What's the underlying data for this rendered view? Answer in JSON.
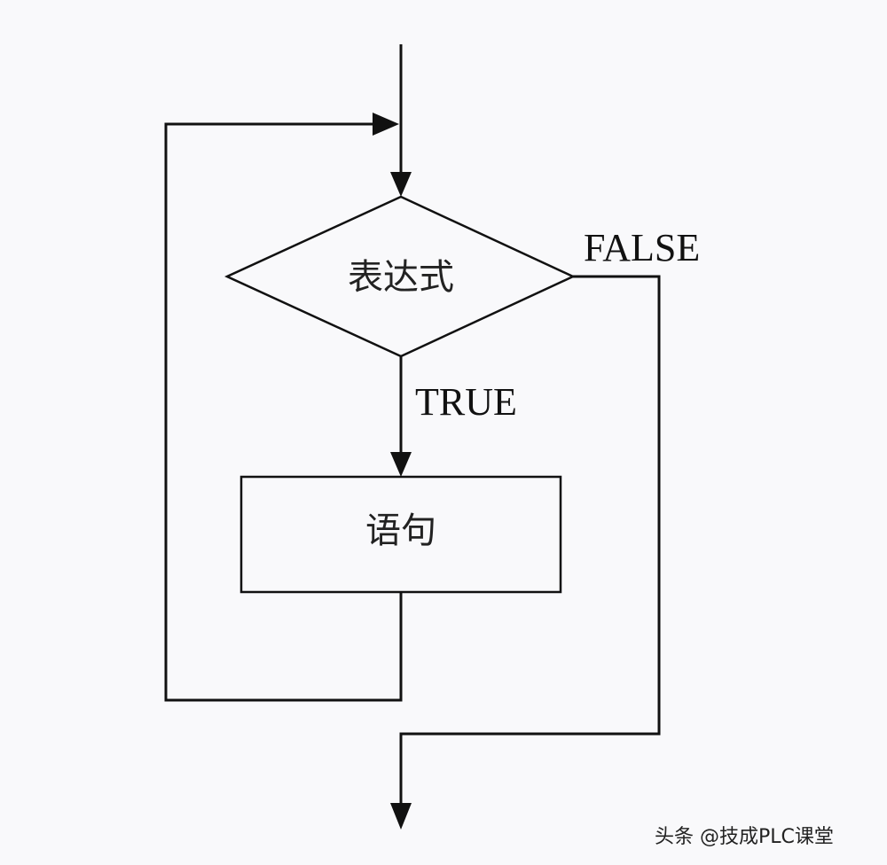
{
  "diagram": {
    "decision_label": "表达式",
    "statement_label": "语句",
    "true_label": "TRUE",
    "false_label": "FALSE"
  },
  "watermark": "头条 @技成PLC课堂",
  "colors": {
    "line": "#111111",
    "background": "#f9f9fb"
  }
}
